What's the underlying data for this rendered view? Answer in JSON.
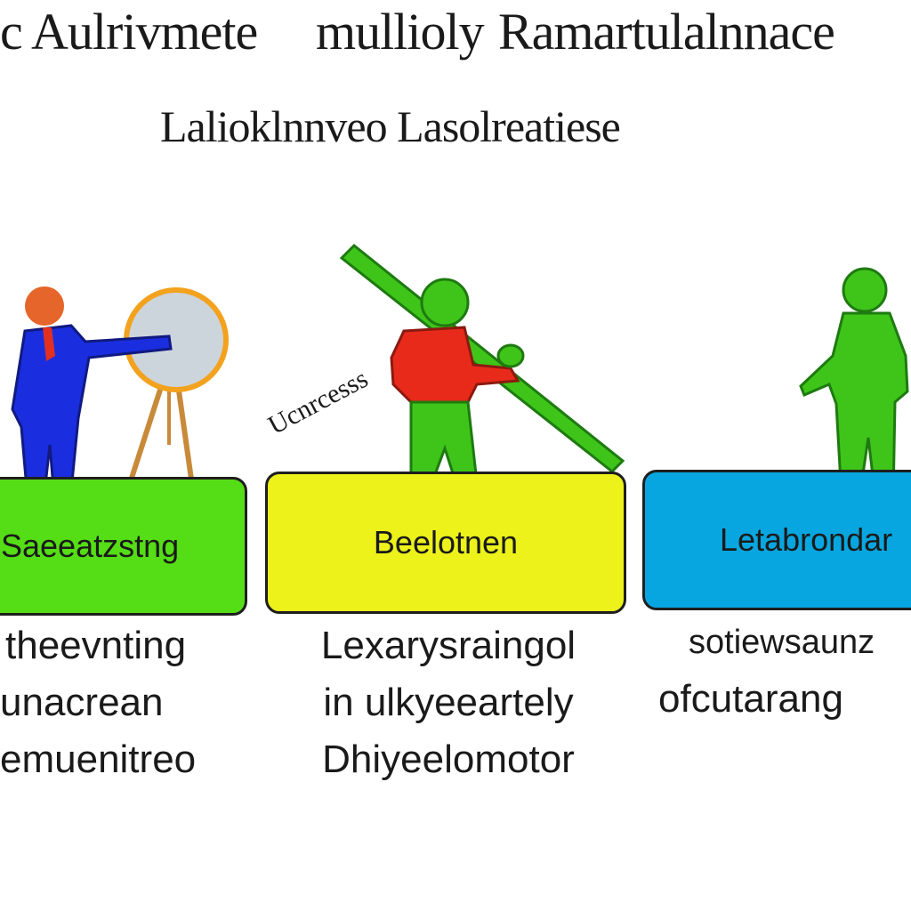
{
  "title": {
    "part1": "c Aulrivmete",
    "part2": "mullioly",
    "part3": "Ramartulalnnace"
  },
  "subtitle": "Lalioklnnveo Lasolreatiese",
  "annotation": "Ucnrcesss",
  "stages": [
    {
      "label": "Saeeatzstng",
      "color": "#55dd16",
      "lines": [
        "theevnting",
        "unacrean",
        "emuenitreo"
      ]
    },
    {
      "label": "Beelotnen",
      "color": "#ecf21a",
      "lines": [
        "Lexarysraingol",
        "in ulkyeeartely",
        "Dhiyeelomotor"
      ]
    },
    {
      "label": "Letabrondar",
      "color": "#08a6e0",
      "lines": [
        "sotiewsaunz",
        "ofcutarang"
      ]
    }
  ],
  "figure_colors": {
    "presenter_suit": "#1a2ee0",
    "presenter_head": "#e6652a",
    "green": "#3fc41a",
    "red_shirt": "#e82a1a"
  }
}
